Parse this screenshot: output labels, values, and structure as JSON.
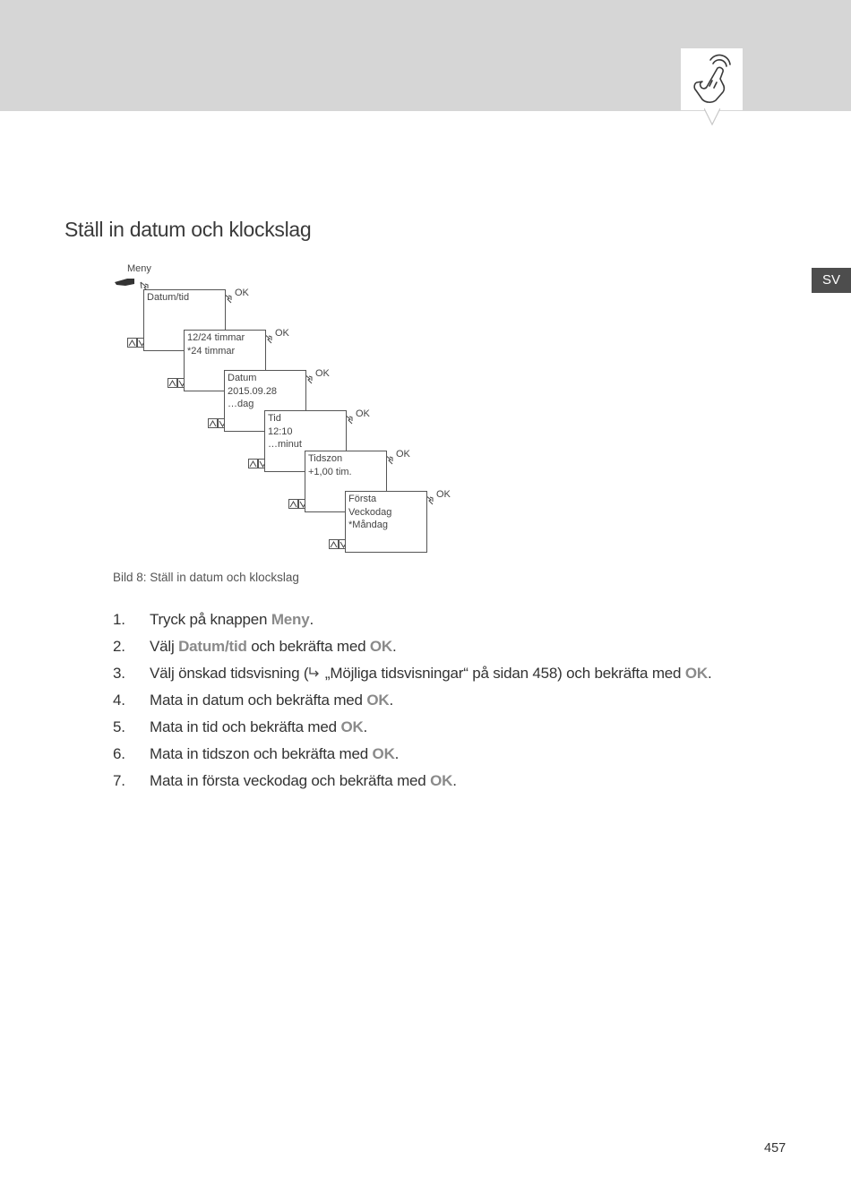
{
  "header": {
    "hand_icon": "touch-hand-icon",
    "language_tab": "SV"
  },
  "title": "Ställ in datum och klockslag",
  "diagram": {
    "menu_label": "Meny",
    "ok_label": "OK",
    "boxes": [
      {
        "lines": [
          "Datum/tid"
        ]
      },
      {
        "lines": [
          "12/24 timmar",
          "*24 timmar"
        ]
      },
      {
        "lines": [
          "Datum",
          "2015.09.28",
          "…dag"
        ]
      },
      {
        "lines": [
          "Tid",
          "12:10",
          "…minut"
        ]
      },
      {
        "lines": [
          "Tidszon",
          "+1,00 tim."
        ]
      },
      {
        "lines": [
          "Första",
          "Veckodag",
          "*Måndag"
        ]
      }
    ]
  },
  "caption": "Bild 8: Ställ in datum och klockslag",
  "steps": [
    {
      "num": "1.",
      "parts": [
        {
          "t": "Tryck på knappen "
        },
        {
          "t": "Meny",
          "kw": true
        },
        {
          "t": "."
        }
      ]
    },
    {
      "num": "2.",
      "parts": [
        {
          "t": "Välj "
        },
        {
          "t": "Datum/tid",
          "kw": true
        },
        {
          "t": " och bekräfta med "
        },
        {
          "t": "OK",
          "kw": true
        },
        {
          "t": "."
        }
      ]
    },
    {
      "num": "3.",
      "parts": [
        {
          "t": "Välj önskad tidsvisning ("
        },
        {
          "icon": "reference-arrow-icon"
        },
        {
          "t": " „Möjliga tidsvisningar“ på sidan 458) och bekräfta med "
        },
        {
          "t": "OK",
          "kw": true
        },
        {
          "t": "."
        }
      ]
    },
    {
      "num": "4.",
      "parts": [
        {
          "t": "Mata in datum och bekräfta med "
        },
        {
          "t": "OK",
          "kw": true
        },
        {
          "t": "."
        }
      ]
    },
    {
      "num": "5.",
      "parts": [
        {
          "t": "Mata in tid och bekräfta med "
        },
        {
          "t": "OK",
          "kw": true
        },
        {
          "t": "."
        }
      ]
    },
    {
      "num": "6.",
      "parts": [
        {
          "t": "Mata in tidszon och bekräfta med "
        },
        {
          "t": "OK",
          "kw": true
        },
        {
          "t": "."
        }
      ]
    },
    {
      "num": "7.",
      "parts": [
        {
          "t": "Mata in första veckodag och bekräfta med "
        },
        {
          "t": "OK",
          "kw": true
        },
        {
          "t": "."
        }
      ]
    }
  ],
  "page_number": "457"
}
